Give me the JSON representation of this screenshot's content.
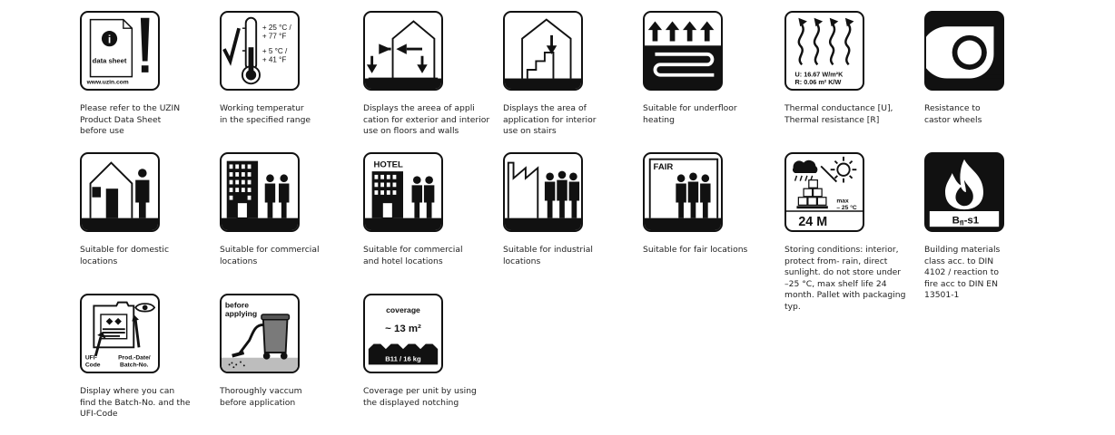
{
  "icons": {
    "datasheet": {
      "label": "data sheet",
      "url": "www.uzin.com",
      "caption": "Please refer to the UZIN\nProduct Data Sheet\nbefore use"
    },
    "temperature": {
      "t1": "+ 25 °C /",
      "t2": "+ 77 °F",
      "t3": "+  5 °C /",
      "t4": "+ 41 °F",
      "caption": "Working temperatur\nin the specified range"
    },
    "walls": {
      "caption": "Displays the areea of appli\ncation for exterior and interior\nuse on floors and walls"
    },
    "stairs": {
      "caption": "Displays the area of\napplication for interior\nuse on stairs"
    },
    "underfloor": {
      "caption": "Suitable for underfloor\nheating"
    },
    "thermal": {
      "u": "U: 16.67 W/m²K",
      "r": "R: 0.06 m² K/W",
      "caption": "Thermal conductance [U],\nThermal resistance [R]"
    },
    "castor": {
      "caption": "Resistance to\ncastor wheels"
    },
    "domestic": {
      "caption": "Suitable for domestic\nlocations"
    },
    "commercial": {
      "caption": "Suitable for commercial\nlocations"
    },
    "hotel": {
      "label": "HOTEL",
      "caption": "Suitable for commercial\nand hotel locations"
    },
    "industrial": {
      "caption": "Suitable for industrial\nlocations"
    },
    "fair": {
      "label": "FAIR",
      "caption": "Suitable for fair locations"
    },
    "storage": {
      "max": "max",
      "temp": "– 25 °C",
      "months": "24 M",
      "caption": "Storing conditions: interior,\nprotect from- rain, direct\nsunlight. do not store under\n–25 °C, max shelf life 24\nmonth. Pallet with packaging\ntyp."
    },
    "fire": {
      "class_main": "B",
      "class_sub": "fl",
      "class_rest": "-s1",
      "caption": "Building materials\nclass acc. to DIN\n4102 / reaction to\nfire acc to DIN EN\n13501-1"
    },
    "ufi": {
      "ufi_label_1": "UFI-",
      "ufi_label_2": "Code",
      "prod_label_1": "Prod.-Date/",
      "prod_label_2": "Batch-No.",
      "caption": "Display where you can\nfind the Batch-No. and the\nUFI-Code"
    },
    "vacuum": {
      "label_1": "before",
      "label_2": "applying",
      "caption": "Thoroughly vaccum\nbefore application"
    },
    "coverage": {
      "label": "coverage",
      "value": "~ 13 m²",
      "notch": "B11 / 16 kg",
      "caption": "Coverage per unit by using\nthe displayed notching"
    }
  }
}
